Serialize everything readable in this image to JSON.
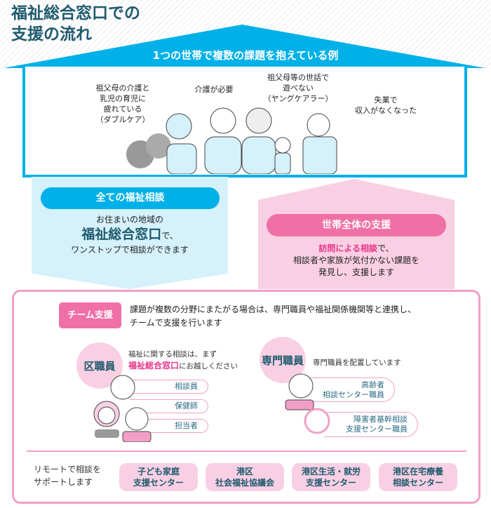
{
  "title": {
    "line1": "福祉総合窓口での",
    "line2": "支援の流れ"
  },
  "roof": {
    "label": "1つの世帯で複数の課題を抱えている例"
  },
  "household": {
    "captions": [
      {
        "lines": [
          "祖父母の介護と",
          "乳児の育児に",
          "疲れている",
          "（ダブルケア）"
        ]
      },
      {
        "lines": [
          "介護が必要"
        ]
      },
      {
        "lines": [
          "祖父母等の世話で",
          "遊べない",
          "（ヤングケアラー）"
        ]
      },
      {
        "lines": [
          "失業で",
          "収入がなくなった"
        ]
      }
    ]
  },
  "left_panel": {
    "pill": "全ての福祉相談",
    "line1": "お住まいの地域の",
    "highlight": "福祉総合窓口",
    "highlight_suffix": "で、",
    "line3": "ワンストップで相談ができます"
  },
  "right_panel": {
    "pill": "世帯全体の支援",
    "highlight": "訪問による相談",
    "highlight_suffix": "で、",
    "line2": "相談者や家族が気付かない課題を",
    "line3": "発見し、支援します"
  },
  "team": {
    "badge": "チーム支援",
    "line1": "課題が複数の分野にまたがる場合は、専門職員や福祉関係機関等と連携し、",
    "line2": "チームで支援を行います"
  },
  "ward_staff": {
    "label": "区職員",
    "note1": "福祉に関する相談は、まず",
    "note_highlight": "福祉総合窓口",
    "note_suffix": "にお越しください",
    "roles": [
      "相談員",
      "保健師",
      "担当者"
    ]
  },
  "specialist": {
    "label": "専門職員",
    "note": "専門職員を配置しています",
    "roles": [
      {
        "line1": "高齢者",
        "line2": "相談センター職員"
      },
      {
        "line1": "障害者基幹相談",
        "line2": "支援センター職員"
      }
    ]
  },
  "remote": {
    "line1": "リモートで相談を",
    "line2": "サポートします",
    "orgs": [
      {
        "line1": "子ども家庭",
        "line2": "支援センター"
      },
      {
        "line1": "港区",
        "line2": "社会福祉協議会"
      },
      {
        "line1": "港区生活・就労",
        "line2": "支援センター"
      },
      {
        "line1": "港区在宅療養",
        "line2": "相談センター"
      }
    ]
  },
  "colors": {
    "blue": "#00b0e8",
    "pink": "#f06fa6",
    "teal": "#1e5a6e",
    "light_blue": "#d5f1fb",
    "light_pink": "#f9d0e3"
  }
}
